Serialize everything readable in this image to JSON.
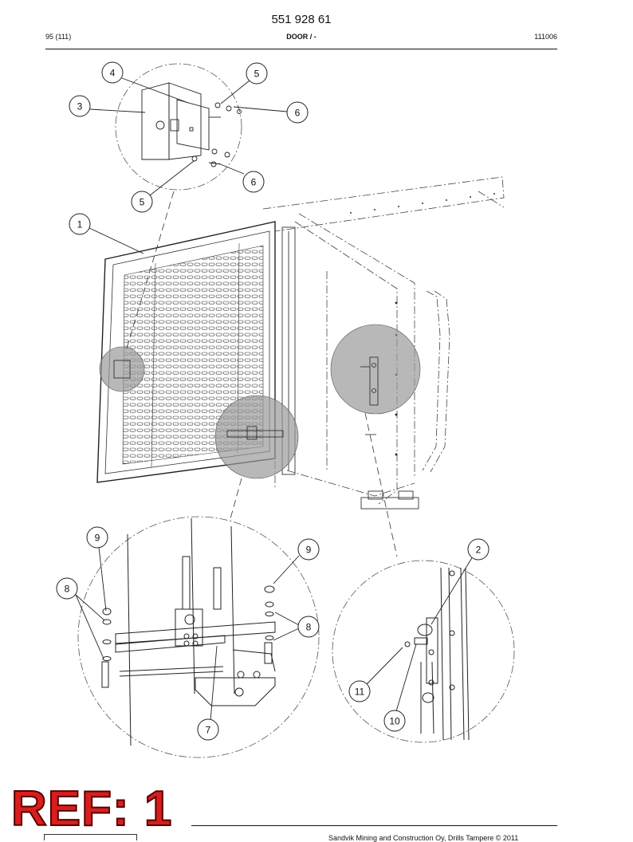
{
  "header": {
    "part_number": "551 928 61",
    "page": "95 (111)",
    "title": "DOOR / -",
    "code": "111006"
  },
  "callouts": [
    "4",
    "5",
    "3",
    "6",
    "6",
    "5",
    "1",
    "9",
    "9",
    "2",
    "8",
    "8",
    "11",
    "10",
    "7"
  ],
  "stamp": {
    "text": "REF: 1",
    "color": "#d71e1e"
  },
  "footer": {
    "copyright": "Sandvik Mining and Construction Oy, Drills Tampere © 2011"
  }
}
